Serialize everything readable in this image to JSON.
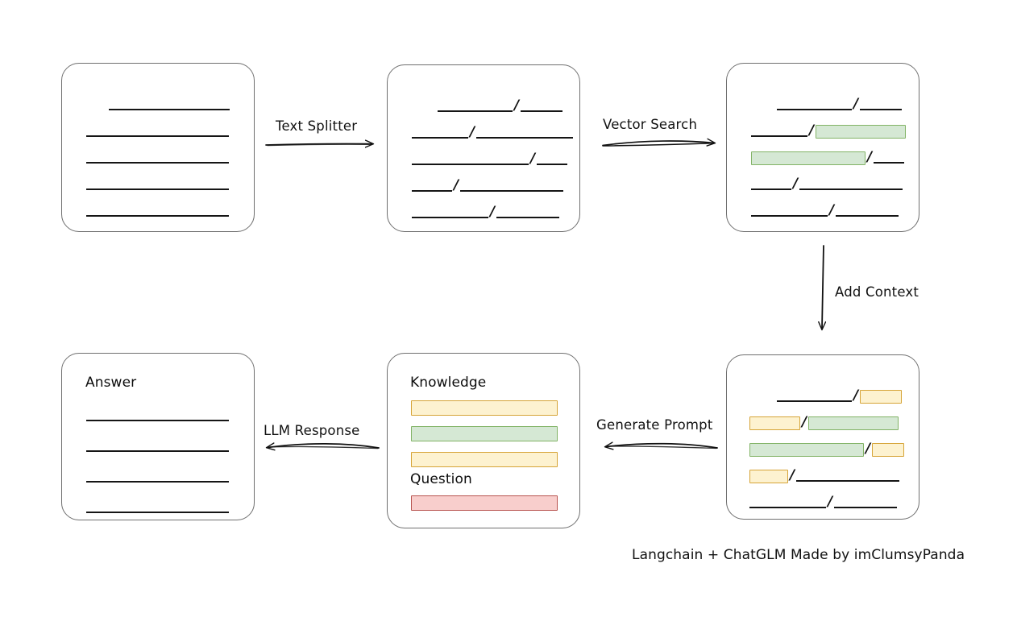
{
  "diagram": {
    "title_footer": "Langchain + ChatGLM Made by imClumsyPanda",
    "palette": {
      "box_border": "#6f6f6f",
      "line": "#151515",
      "green_fill": "#d5e8d4",
      "green_border": "#82b366",
      "yellow_fill": "#fdf2d0",
      "yellow_border": "#d6a437",
      "red_fill": "#f8cecc",
      "red_border": "#b85450",
      "background": "#ffffff"
    },
    "slash": "/",
    "arrows": [
      {
        "id": "text-splitter",
        "label": "Text Splitter",
        "direction": "right"
      },
      {
        "id": "vector-search",
        "label": "Vector Search",
        "direction": "right"
      },
      {
        "id": "add-context",
        "label": "Add Context",
        "direction": "down"
      },
      {
        "id": "generate-prompt",
        "label": "Generate Prompt",
        "direction": "left"
      },
      {
        "id": "llm-response",
        "label": "LLM Response",
        "direction": "left"
      }
    ],
    "boxes": {
      "source_document": {
        "name": "Source Document",
        "label": "",
        "rows": [
          {
            "segments": [
              {
                "type": "line",
                "width": 150
              }
            ],
            "indent": 58
          },
          {
            "segments": [
              {
                "type": "line",
                "width": 177
              }
            ],
            "indent": 30
          },
          {
            "segments": [
              {
                "type": "line",
                "width": 177
              }
            ],
            "indent": 30
          },
          {
            "segments": [
              {
                "type": "line",
                "width": 177
              }
            ],
            "indent": 30
          },
          {
            "segments": [
              {
                "type": "line",
                "width": 177
              }
            ],
            "indent": 30
          }
        ]
      },
      "split_chunks": {
        "name": "Split Chunks",
        "label": "",
        "rows": [
          {
            "indent": 62,
            "segments": [
              {
                "type": "line",
                "width": 93
              },
              {
                "type": "slash"
              },
              {
                "type": "line",
                "width": 52
              }
            ]
          },
          {
            "indent": 30,
            "segments": [
              {
                "type": "line",
                "width": 70
              },
              {
                "type": "slash"
              },
              {
                "type": "line",
                "width": 120
              }
            ]
          },
          {
            "indent": 30,
            "segments": [
              {
                "type": "line",
                "width": 145
              },
              {
                "type": "slash"
              },
              {
                "type": "line",
                "width": 38
              }
            ]
          },
          {
            "indent": 30,
            "segments": [
              {
                "type": "line",
                "width": 50
              },
              {
                "type": "slash"
              },
              {
                "type": "line",
                "width": 128
              }
            ]
          },
          {
            "indent": 30,
            "segments": [
              {
                "type": "line",
                "width": 95
              },
              {
                "type": "slash"
              },
              {
                "type": "line",
                "width": 78
              }
            ]
          }
        ]
      },
      "matched_chunks": {
        "name": "Matched Chunks",
        "label": "",
        "rows": [
          {
            "indent": 62,
            "segments": [
              {
                "type": "line",
                "width": 93
              },
              {
                "type": "slash"
              },
              {
                "type": "line",
                "width": 52
              }
            ]
          },
          {
            "indent": 30,
            "segments": [
              {
                "type": "line",
                "width": 70
              },
              {
                "type": "slash"
              },
              {
                "type": "chip",
                "color": "green",
                "width": 112
              }
            ]
          },
          {
            "indent": 30,
            "segments": [
              {
                "type": "chip",
                "color": "green",
                "width": 142
              },
              {
                "type": "slash"
              },
              {
                "type": "line",
                "width": 38
              }
            ]
          },
          {
            "indent": 30,
            "segments": [
              {
                "type": "line",
                "width": 50
              },
              {
                "type": "slash"
              },
              {
                "type": "line",
                "width": 128
              }
            ]
          },
          {
            "indent": 30,
            "segments": [
              {
                "type": "line",
                "width": 95
              },
              {
                "type": "slash"
              },
              {
                "type": "line",
                "width": 78
              }
            ]
          }
        ]
      },
      "context_chunks": {
        "name": "Context Chunks",
        "label": "",
        "rows": [
          {
            "indent": 62,
            "segments": [
              {
                "type": "line",
                "width": 93
              },
              {
                "type": "slash"
              },
              {
                "type": "chip",
                "color": "yellow",
                "width": 52
              }
            ]
          },
          {
            "indent": 28,
            "segments": [
              {
                "type": "chip",
                "color": "yellow",
                "width": 63
              },
              {
                "type": "slash"
              },
              {
                "type": "chip",
                "color": "green",
                "width": 112
              }
            ]
          },
          {
            "indent": 28,
            "segments": [
              {
                "type": "chip",
                "color": "green",
                "width": 142
              },
              {
                "type": "slash"
              },
              {
                "type": "chip",
                "color": "yellow",
                "width": 40
              }
            ]
          },
          {
            "indent": 28,
            "segments": [
              {
                "type": "chip",
                "color": "yellow",
                "width": 48
              },
              {
                "type": "slash"
              },
              {
                "type": "line",
                "width": 128
              }
            ]
          },
          {
            "indent": 28,
            "segments": [
              {
                "type": "line",
                "width": 95
              },
              {
                "type": "slash"
              },
              {
                "type": "line",
                "width": 78
              }
            ]
          }
        ]
      },
      "prompt": {
        "name": "Prompt",
        "knowledge_label": "Knowledge",
        "question_label": "Question",
        "knowledge_bars": [
          {
            "color": "yellow"
          },
          {
            "color": "green"
          },
          {
            "color": "yellow"
          }
        ],
        "question_bars": [
          {
            "color": "red"
          }
        ]
      },
      "answer": {
        "name": "Answer",
        "label": "Answer",
        "rows": [
          {
            "indent": 30,
            "segments": [
              {
                "type": "line",
                "width": 177
              }
            ]
          },
          {
            "indent": 30,
            "segments": [
              {
                "type": "line",
                "width": 177
              }
            ]
          },
          {
            "indent": 30,
            "segments": [
              {
                "type": "line",
                "width": 177
              }
            ]
          },
          {
            "indent": 30,
            "segments": [
              {
                "type": "line",
                "width": 177
              }
            ]
          }
        ]
      }
    }
  }
}
